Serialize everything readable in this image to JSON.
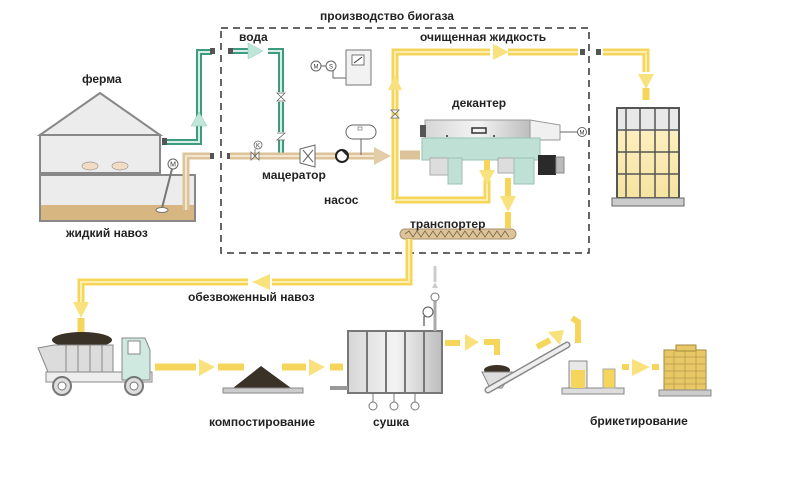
{
  "title": "производство биогаза",
  "labels": {
    "farm": "ферма",
    "liquid_manure": "жидкий навоз",
    "water": "вода",
    "macerator": "мацератор",
    "pump": "насос",
    "decanter": "декантер",
    "purified_liquid": "очищенная жидкость",
    "conveyor": "транспортер",
    "dewatered_manure": "обезвоженный навоз",
    "composting": "компостирование",
    "drying": "сушка",
    "briquetting": "брикетирование"
  },
  "icon_letters": {
    "motor": "M",
    "sensor": "S",
    "valve_k": "K"
  },
  "colors": {
    "yellow_pipe": "#f5d65a",
    "beige_pipe": "#dcc39a",
    "green_pipe": "#3f9a80",
    "decanter_body": "#bfe0d4",
    "boundary": "#333333"
  }
}
